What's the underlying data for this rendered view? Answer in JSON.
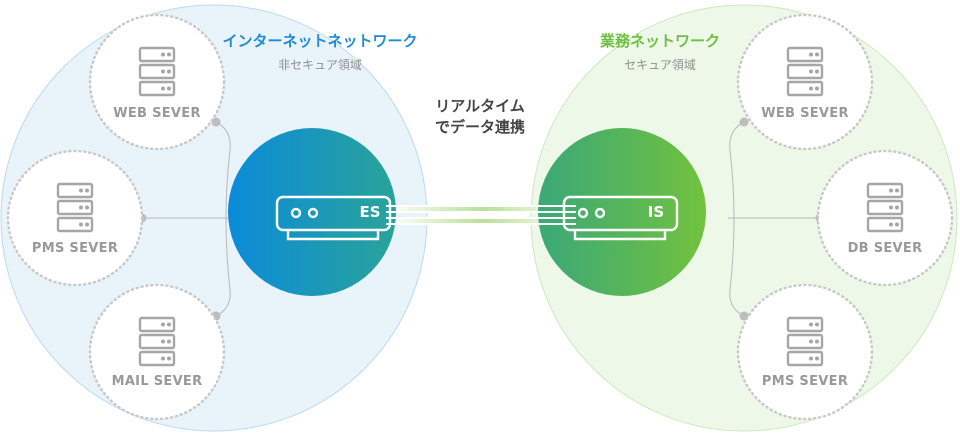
{
  "colors": {
    "internet_accent": "#1f8ad6",
    "internet_zone_fill": "#e8f3fa",
    "internet_zone_stroke": "#bcd9ee",
    "business_accent": "#6cbf3f",
    "business_zone_fill": "#eef8e8",
    "business_zone_stroke": "#cfe7bf",
    "es_gradient_start": "#0a8bd9",
    "es_gradient_end": "#2aa39a",
    "is_gradient_start": "#3aa878",
    "is_gradient_end": "#72c23e",
    "server_gray": "#a6a6a6",
    "connector_green": "#a8d88a"
  },
  "internet_zone": {
    "title": "インターネットネットワーク",
    "subtitle": "非セキュア領域",
    "servers": [
      {
        "label": "WEB SEVER",
        "icon": "server-rack-icon"
      },
      {
        "label": "PMS SEVER",
        "icon": "server-rack-icon"
      },
      {
        "label": "MAIL SEVER",
        "icon": "server-rack-icon"
      }
    ],
    "device": {
      "label": "ES",
      "icon": "gateway-device-icon"
    }
  },
  "business_zone": {
    "title": "業務ネットワーク",
    "subtitle": "セキュア領域",
    "servers": [
      {
        "label": "WEB SEVER",
        "icon": "server-rack-icon"
      },
      {
        "label": "DB SEVER",
        "icon": "server-rack-icon"
      },
      {
        "label": "PMS SEVER",
        "icon": "server-rack-icon"
      }
    ],
    "device": {
      "label": "IS",
      "icon": "gateway-device-icon"
    }
  },
  "link_caption": {
    "line1": "リアルタイム",
    "line2": "でデータ連携"
  }
}
